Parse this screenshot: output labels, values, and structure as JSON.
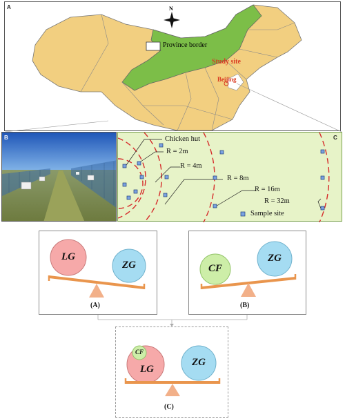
{
  "panels": {
    "map_letter": "A",
    "photo_letter": "B",
    "sites_letter": "C"
  },
  "map": {
    "north": "N",
    "legend": "Province border",
    "study_site": "Study site",
    "beijing": "Beijing",
    "colors": {
      "china": "#f2cf80",
      "study": "#7cbe48",
      "label": "#d93a22"
    }
  },
  "sites": {
    "chicken_hut": "Chicken hut",
    "r2": "R = 2m",
    "r4": "R = 4m",
    "r8": "R = 8m",
    "r16": "R = 16m",
    "r32": "R = 32m",
    "sample_site": "Sample site"
  },
  "balances": {
    "a": {
      "left": "LG",
      "right": "ZG",
      "caption": "(A)"
    },
    "b": {
      "left": "CF",
      "right": "ZG",
      "caption": "(B)"
    },
    "c": {
      "inner": "CF",
      "left": "LG",
      "right": "ZG",
      "caption": "(C)"
    },
    "colors": {
      "lg": "#f6a9a9",
      "zg": "#a5dcf2",
      "cf": "#cdeea8",
      "beam": "#e9954d"
    }
  }
}
